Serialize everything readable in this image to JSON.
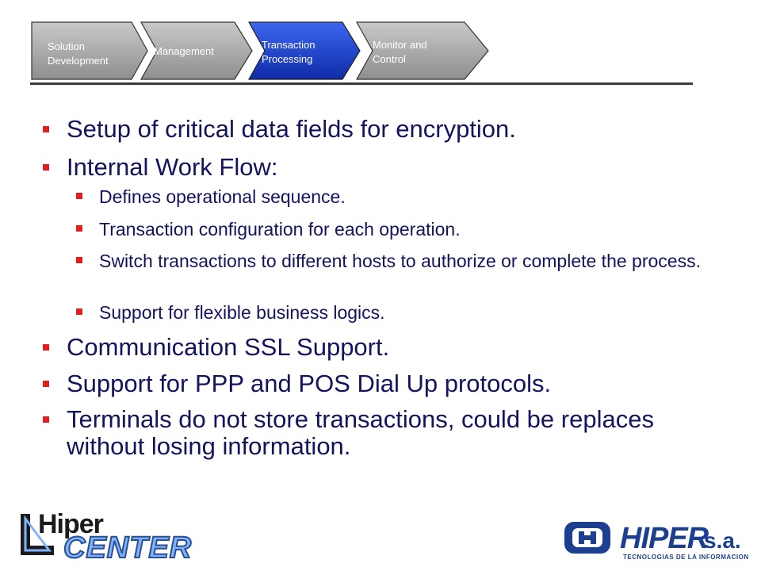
{
  "process_steps": [
    {
      "label": "Solution\n      Development",
      "active": false
    },
    {
      "label": "Management",
      "active": false
    },
    {
      "label": "Transaction\nProcessing",
      "active": true
    },
    {
      "label": "Monitor and\nControl",
      "active": false
    }
  ],
  "bullets": [
    {
      "level": 1,
      "text": "Setup of critical data fields for encryption."
    },
    {
      "level": 1,
      "text": "Internal Work Flow:"
    },
    {
      "level": 2,
      "text": "Defines operational sequence."
    },
    {
      "level": 2,
      "text": "Transaction configuration for each operation."
    },
    {
      "level": 2,
      "text": "Switch transactions to different hosts to authorize or complete the process."
    },
    {
      "level": 2,
      "text": "Support for flexible business logics."
    },
    {
      "level": 1,
      "text": "Communication SSL Support."
    },
    {
      "level": 1,
      "text": "Support for PPP and POS Dial Up protocols."
    },
    {
      "level": 1,
      "text": "Terminals do not store transactions, could be replaces without losing information."
    }
  ],
  "logos": {
    "left_top": "Hiper",
    "left_bottom": "CENTER",
    "right_name": "HIPER",
    "right_suffix": "s.a.",
    "right_tagline": "TECNOLOGIAS DE LA INFORMACION"
  },
  "colors": {
    "text": "#13135e",
    "bullet_marker": "#e02020",
    "step_inactive": "#9a9a9a",
    "step_active": "#1f3fc9"
  }
}
